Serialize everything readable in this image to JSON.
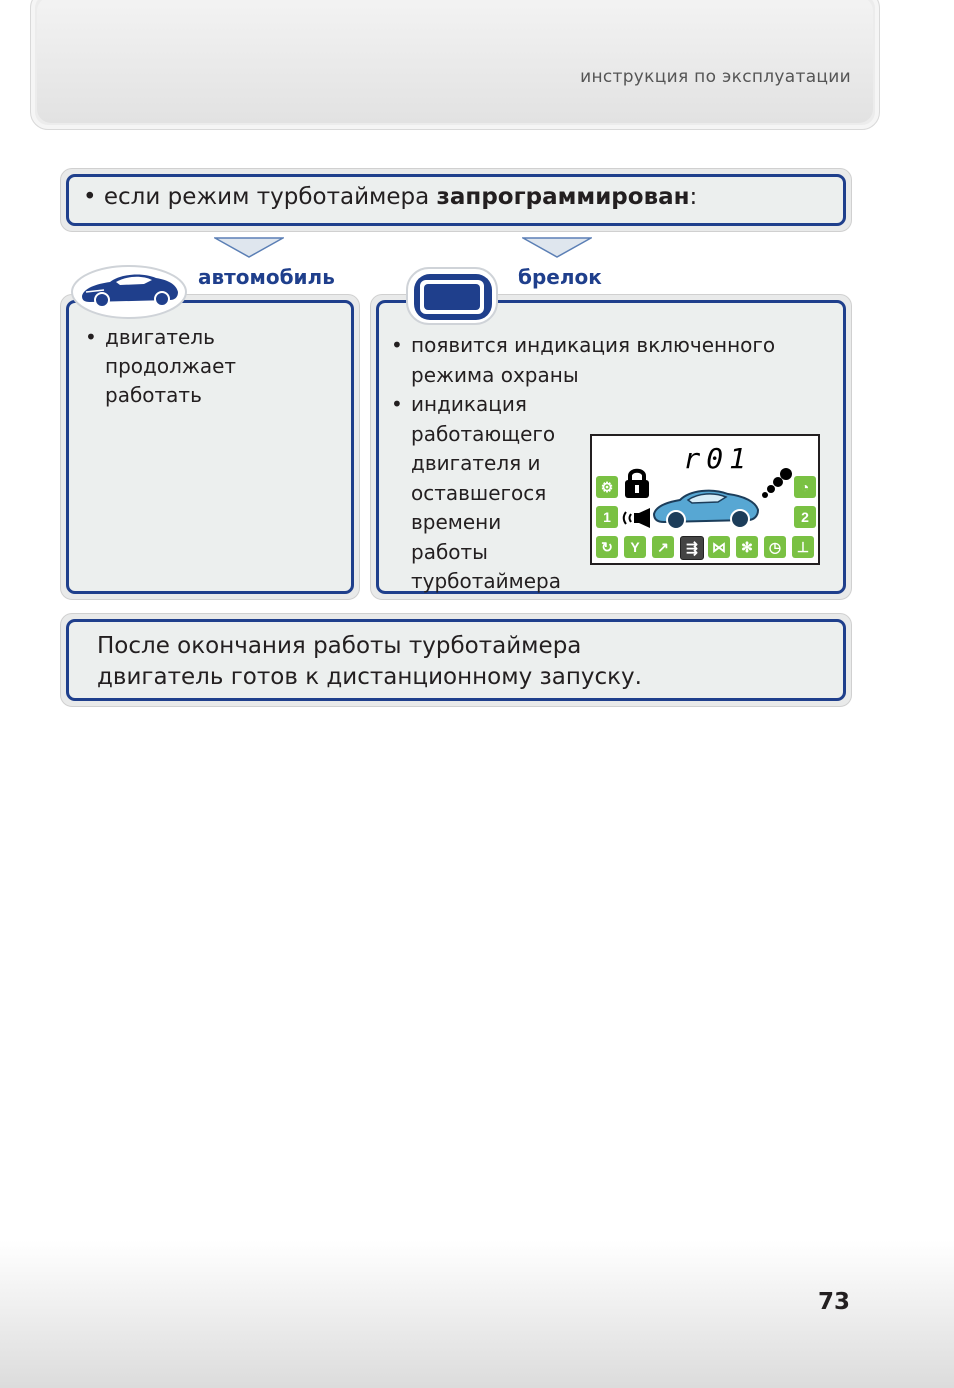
{
  "header": {
    "title": "инструкция по эксплуатации"
  },
  "condition": {
    "bullet": "•",
    "text": "если режим турботаймера ",
    "bold": "запрограммирован",
    "suffix": ":"
  },
  "car_panel": {
    "title": "автомобиль",
    "icon": "car-icon",
    "items": [
      "двигатель продолжает работать"
    ]
  },
  "fob_panel": {
    "title": "брелок",
    "icon": "remote-fob-icon",
    "items": [
      "появится индикация включенного режима охраны",
      "индикация работающего двигателя и оставшегося времени работы турботаймера"
    ]
  },
  "lcd": {
    "code": "r01",
    "left_icons": [
      "1"
    ],
    "right_icons": [
      "2"
    ]
  },
  "result": {
    "line1": "После окончания работы турботаймера",
    "line2": "двигатель готов к дистанционному запуску."
  },
  "page_number": "73",
  "colors": {
    "accent": "#1f3f8c",
    "lcd_green": "#7ac143",
    "car_body": "#57a7d3"
  }
}
